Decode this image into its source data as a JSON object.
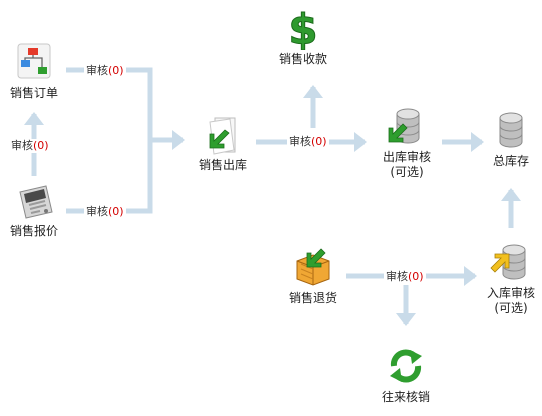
{
  "nodes": {
    "sales_order": {
      "label": "销售订单"
    },
    "sales_quote": {
      "label": "销售报价"
    },
    "sales_outbound": {
      "label": "销售出库"
    },
    "sales_receipt": {
      "label": "销售收款"
    },
    "outbound_audit": {
      "label": "出库审核",
      "sub": "(可选)"
    },
    "total_inventory": {
      "label": "总库存"
    },
    "sales_return": {
      "label": "销售退货"
    },
    "inbound_audit": {
      "label": "入库审核",
      "sub": "(可选)"
    },
    "ar_ap_settlement": {
      "label": "往来核销"
    }
  },
  "edges": {
    "order_audit": {
      "text": "审核",
      "count": "(0)"
    },
    "quote_audit": {
      "text": "审核",
      "count": "(0)"
    },
    "quote_to_order_audit": {
      "text": "审核",
      "count": "(0)"
    },
    "outbound_audit": {
      "text": "审核",
      "count": "(0)"
    },
    "return_audit": {
      "text": "审核",
      "count": "(0)"
    }
  },
  "colors": {
    "arrow": "#c9dbe9",
    "count": "#d40000"
  },
  "icons": {
    "sales_order": "flowchart-icon",
    "sales_quote": "receipt-printer-icon",
    "sales_outbound": "document-green-arrow-icon",
    "sales_receipt": "green-dollar-icon",
    "outbound_audit": "database-green-arrow-icon",
    "total_inventory": "database-icon",
    "sales_return": "box-green-arrow-icon",
    "inbound_audit": "database-yellow-arrow-icon",
    "ar_ap_settlement": "green-refresh-icon"
  }
}
